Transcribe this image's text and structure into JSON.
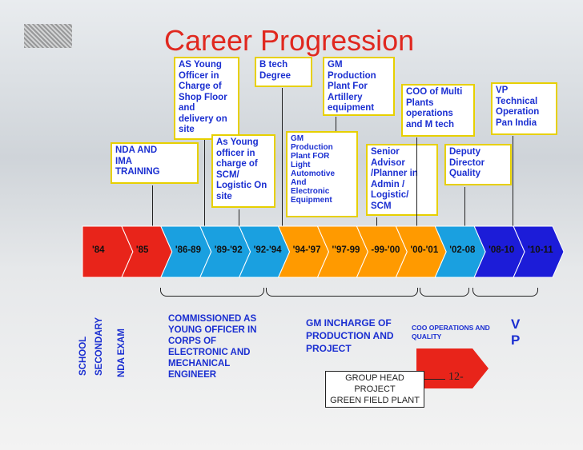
{
  "title": "Career Progression",
  "top_cards": [
    {
      "id": "shop-floor",
      "text": "AS Young\nOfficer in\nCharge of\nShop Floor\nand\ndelivery on\nsite"
    },
    {
      "id": "btech",
      "text": "B tech\nDegree"
    },
    {
      "id": "gm-artillery",
      "text": "GM\nProduction\nPlant   For\nArtillery\nequipment"
    },
    {
      "id": "coo-multi",
      "text": "COO of Multi\nPlants\noperations\nand M tech"
    },
    {
      "id": "vp-tech",
      "text": "VP\nTechnical\nOperation\nPan India"
    },
    {
      "id": "nda-ima",
      "text": "NDA AND\nIMA\nTRAINING"
    },
    {
      "id": "scm-logistic",
      "text": "As Young\nofficer in\ncharge of\nSCM/\nLogistic On\nsite"
    },
    {
      "id": "gm-light",
      "text": "GM\nProduction\nPlant  FOR\nLight\nAutomotive\nAnd\nElectronic\nEquipment"
    },
    {
      "id": "senior-advisor",
      "text": "Senior\nAdvisor\n/Planner in\nAdmin /\nLogistic/\nSCM"
    },
    {
      "id": "deputy-director",
      "text": "Deputy\nDirector\nQuality"
    }
  ],
  "timeline": [
    "'84",
    "'85",
    "'86-89",
    "'89-'92",
    "'92-'94",
    "'94-'97",
    "''97-99",
    "-99-'00",
    "'00-'01",
    "'02-08",
    "'08-10",
    "'10-11"
  ],
  "timeline_colors": [
    "#e8241a",
    "#e8241a",
    "#1aa0e0",
    "#1aa0e0",
    "#1aa0e0",
    "#ff9a00",
    "#ff9a00",
    "#ff9a00",
    "#ff9a00",
    "#1aa0e0",
    "#1c1cd8",
    "#1c1cd8"
  ],
  "bottom": {
    "school": "SCHOOL",
    "secondary": "SECONDARY",
    "nda_exam": "NDA EXAM",
    "commissioned": "COMMISSIONED AS\nYOUNG OFFICER IN\nCORPS OF\nELECTRONIC AND\nMECHANICAL\nENGINEER",
    "gm_incharge": "GM INCHARGE OF\nPRODUCTION AND\nPROJECT",
    "coo_ops": "COO OPERATIONS AND\nQUALITY",
    "vp": "V\nP",
    "group_head": "GROUP HEAD PROJECT\nGREEN FIELD PLANT",
    "page_num": "12-"
  }
}
